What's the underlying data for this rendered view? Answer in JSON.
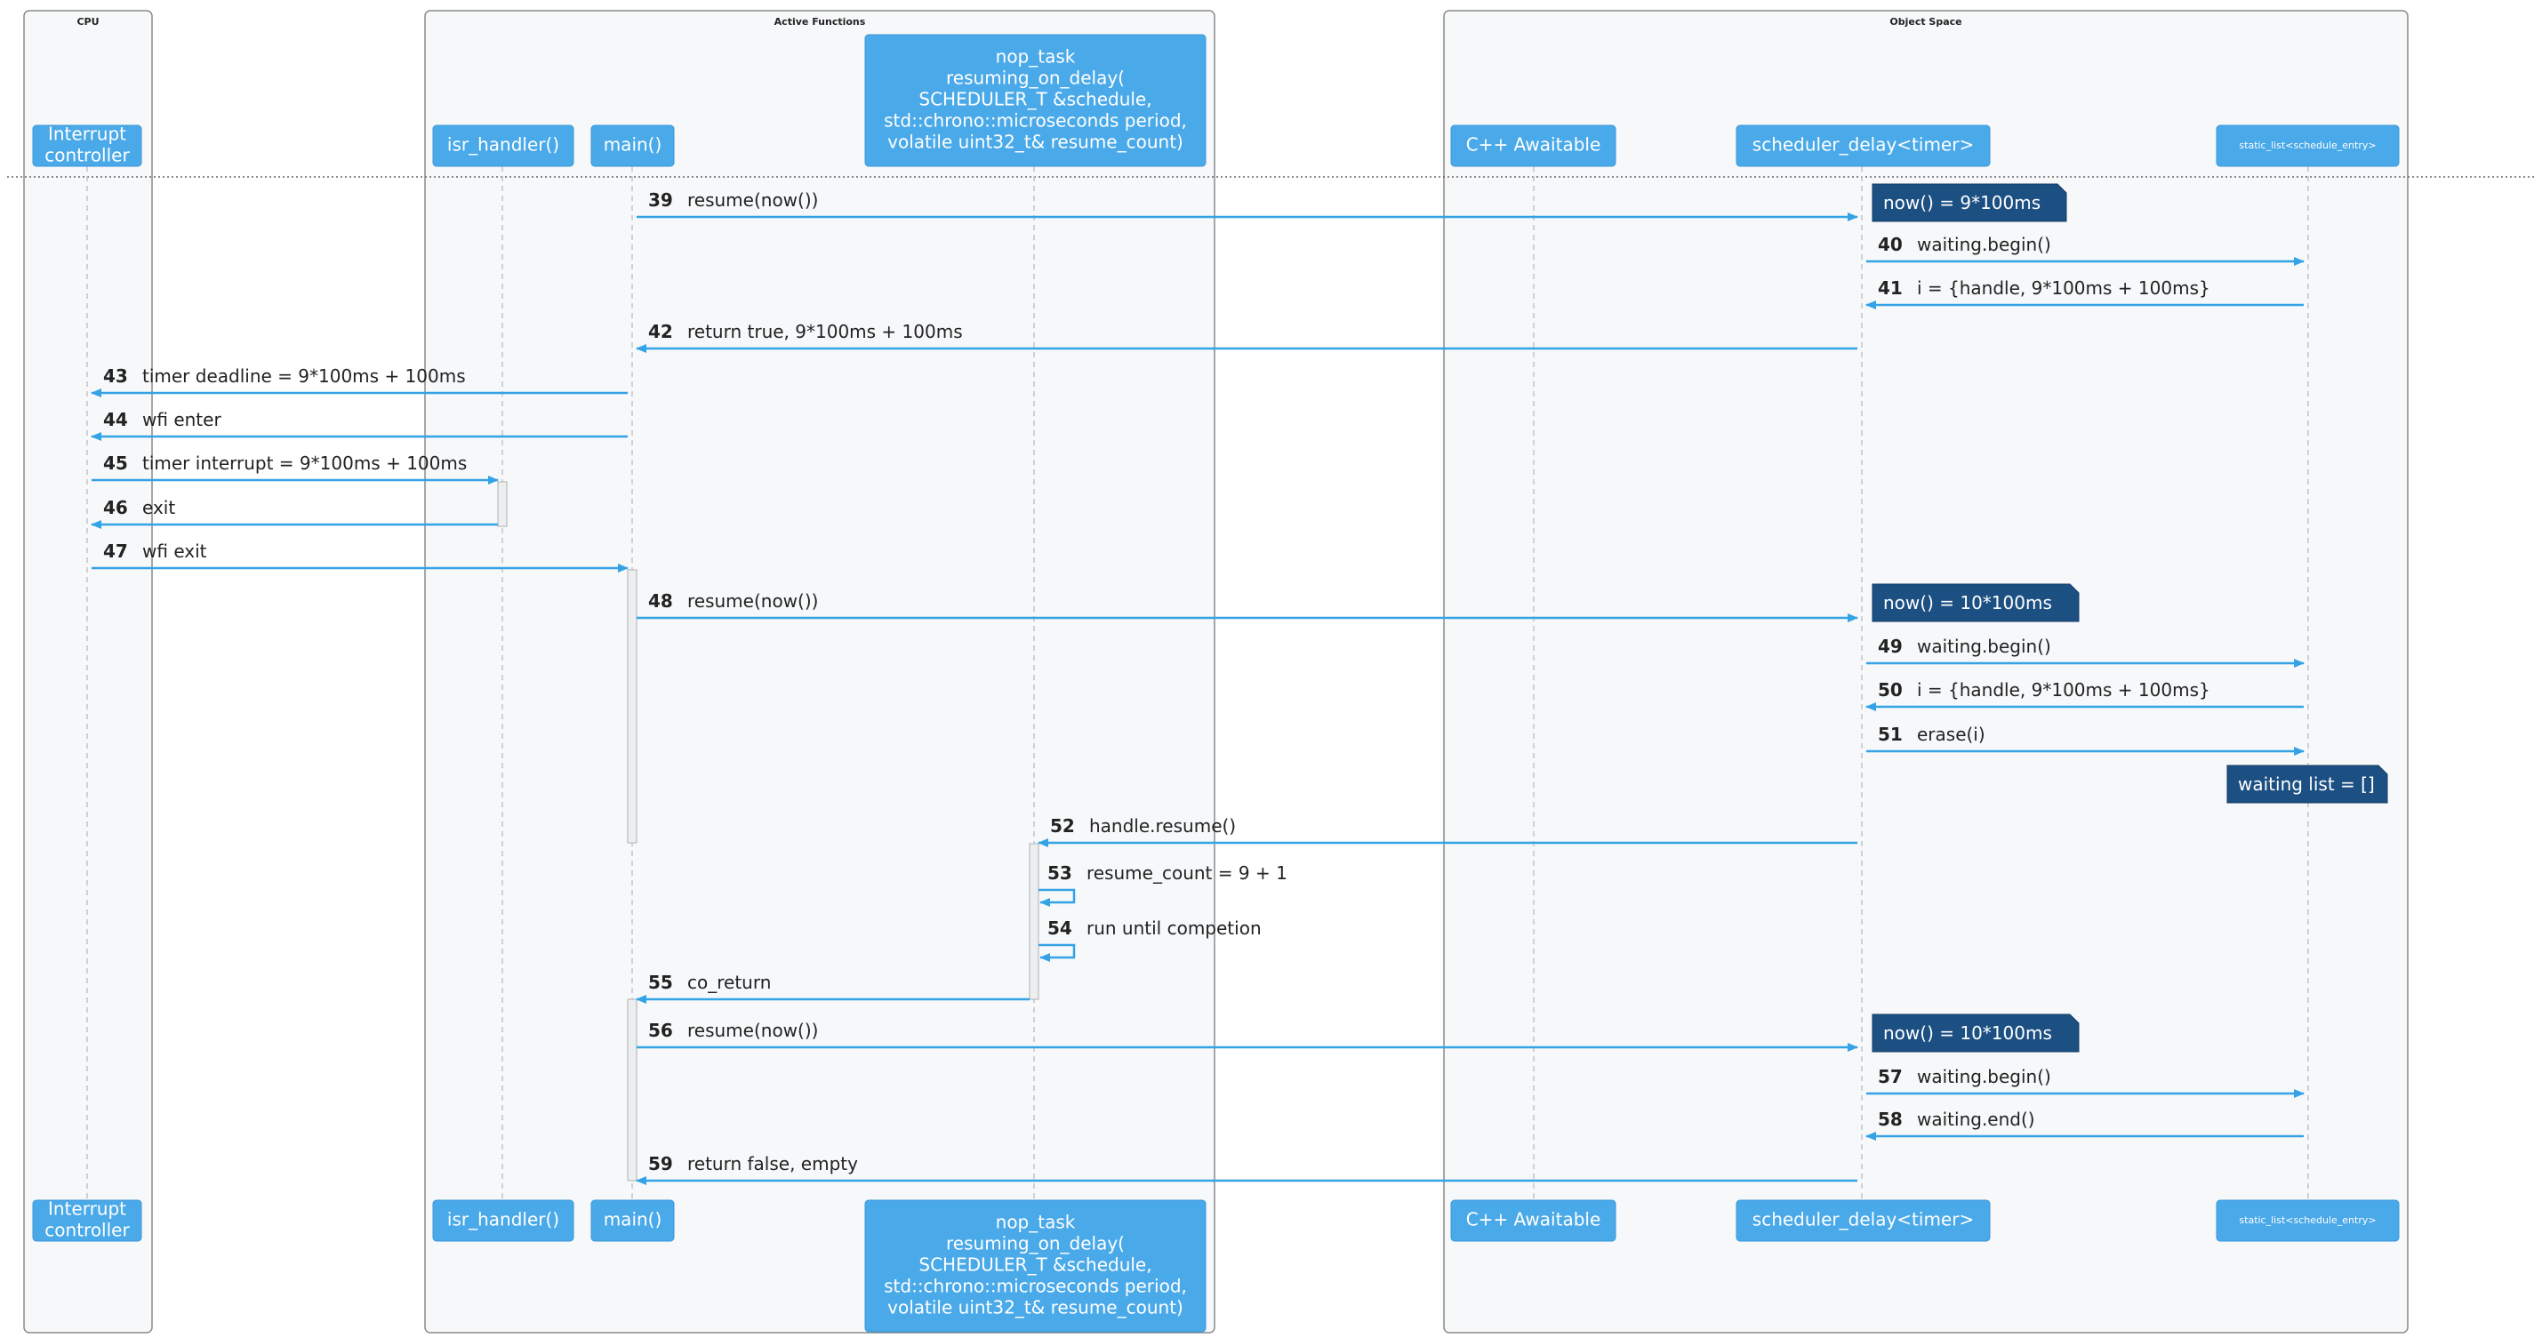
{
  "groups": [
    {
      "id": "cpu",
      "title": "CPU"
    },
    {
      "id": "active",
      "title": "Active Functions"
    },
    {
      "id": "objects",
      "title": "Object Space"
    }
  ],
  "participants": [
    {
      "id": "intc",
      "label": "Interrupt\ncontroller"
    },
    {
      "id": "isr",
      "label": "isr_handler()"
    },
    {
      "id": "main",
      "label": "main()"
    },
    {
      "id": "nop",
      "label": "nop_task\nresuming_on_delay(\nSCHEDULER_T &schedule,\nstd::chrono::microseconds period,\nvolatile uint32_t& resume_count)"
    },
    {
      "id": "awaitable",
      "label": "C++ Awaitable"
    },
    {
      "id": "sched",
      "label": "scheduler_delay<timer>"
    },
    {
      "id": "slist",
      "label": "static_list<schedule_entry>"
    }
  ],
  "messages": [
    {
      "num": "39",
      "text": "resume(now())",
      "from": "main",
      "to": "sched"
    },
    {
      "num": "40",
      "text": "waiting.begin()",
      "from": "sched",
      "to": "slist"
    },
    {
      "num": "41",
      "text": "i = {handle, 9*100ms + 100ms}",
      "from": "slist",
      "to": "sched"
    },
    {
      "num": "42",
      "text": "return true, 9*100ms + 100ms",
      "from": "sched",
      "to": "main"
    },
    {
      "num": "43",
      "text": "timer deadline = 9*100ms + 100ms",
      "from": "main",
      "to": "intc"
    },
    {
      "num": "44",
      "text": "wfi enter",
      "from": "main",
      "to": "intc"
    },
    {
      "num": "45",
      "text": "timer interrupt = 9*100ms + 100ms",
      "from": "intc",
      "to": "isr"
    },
    {
      "num": "46",
      "text": "exit",
      "from": "isr",
      "to": "intc"
    },
    {
      "num": "47",
      "text": "wfi exit",
      "from": "intc",
      "to": "main"
    },
    {
      "num": "48",
      "text": "resume(now())",
      "from": "main",
      "to": "sched"
    },
    {
      "num": "49",
      "text": "waiting.begin()",
      "from": "sched",
      "to": "slist"
    },
    {
      "num": "50",
      "text": "i = {handle, 9*100ms + 100ms}",
      "from": "slist",
      "to": "sched"
    },
    {
      "num": "51",
      "text": "erase(i)",
      "from": "sched",
      "to": "slist"
    },
    {
      "num": "52",
      "text": "handle.resume()",
      "from": "sched",
      "to": "nop"
    },
    {
      "num": "53",
      "text": "resume_count = 9 + 1",
      "from": "nop",
      "to": "nop"
    },
    {
      "num": "54",
      "text": "run until competion",
      "from": "nop",
      "to": "nop"
    },
    {
      "num": "55",
      "text": "co_return",
      "from": "nop",
      "to": "main"
    },
    {
      "num": "56",
      "text": "resume(now())",
      "from": "main",
      "to": "sched"
    },
    {
      "num": "57",
      "text": "waiting.begin()",
      "from": "sched",
      "to": "slist"
    },
    {
      "num": "58",
      "text": "waiting.end()",
      "from": "slist",
      "to": "sched"
    },
    {
      "num": "59",
      "text": "return false, empty",
      "from": "sched",
      "to": "main"
    }
  ],
  "notes": [
    {
      "text": "now() = 9*100ms",
      "over": "sched"
    },
    {
      "text": "now() = 10*100ms",
      "over": "sched"
    },
    {
      "text": "waiting list = []",
      "over": "slist"
    },
    {
      "text": "now() = 10*100ms",
      "over": "sched"
    }
  ],
  "colors": {
    "participant_fill": "#4aa9e9",
    "arrow": "#33a3e6",
    "note_fill": "#1c4f82",
    "group_fill": "#f6f8fa",
    "group_border": "#8a8a8a",
    "text": "#222222",
    "lifeline": "#bfc5cb"
  }
}
